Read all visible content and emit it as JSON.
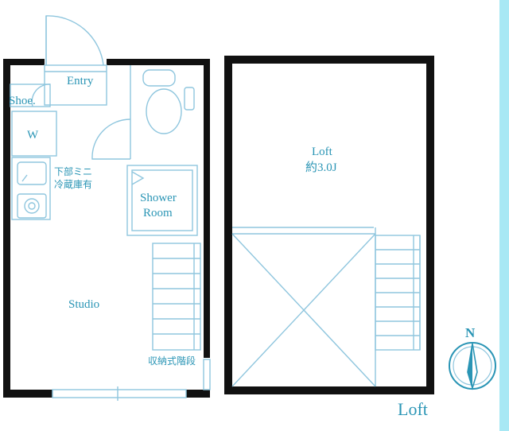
{
  "labels": {
    "entry": "Entry",
    "shoe": "Shoe.",
    "washer": "W",
    "fridge_line1": "下部ミニ",
    "fridge_line2": "冷蔵庫有",
    "shower_line1": "Shower",
    "shower_line2": "Room",
    "studio": "Studio",
    "storage_stairs": "収納式階段",
    "loft_room": "Loft",
    "loft_size": "約3.0J",
    "loft_caption": "Loft",
    "compass": "N"
  },
  "colors": {
    "wall": "#111111",
    "label": "#2a95b5",
    "line": "#8fc6de",
    "sidebar_accent": "#a8e8f4"
  }
}
